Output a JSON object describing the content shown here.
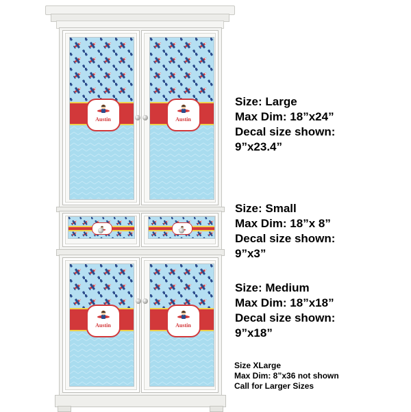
{
  "decal_name": "Austin",
  "colors": {
    "sky_blue": "#b5dff2",
    "chevron_blue": "#a9dcef",
    "band_red": "#d2383a",
    "band_trim_yellow": "#f0d24b",
    "cabinet_white": "#f4f4f2"
  },
  "icons": {
    "plane": "airplane-icon",
    "pilot_badge": "pilot-badge-icon",
    "knob": "knob-icon"
  },
  "specs": {
    "large": {
      "size": "Size: Large",
      "max_dim": "Max Dim: 18”x24”",
      "decal_label": "Decal size shown:",
      "decal_value": "9”x23.4”"
    },
    "small": {
      "size": "Size: Small",
      "max_dim": "Max Dim: 18”x 8”",
      "decal_label": "Decal size shown:",
      "decal_value": "9”x3”"
    },
    "medium": {
      "size": "Size: Medium",
      "max_dim": "Max Dim: 18”x18”",
      "decal_label": "Decal size shown:",
      "decal_value": "9”x18”"
    },
    "xlarge": {
      "size": "Size XLarge",
      "max_dim": "Max Dim: 8”x36 not shown",
      "note": "Call for Larger Sizes"
    }
  }
}
